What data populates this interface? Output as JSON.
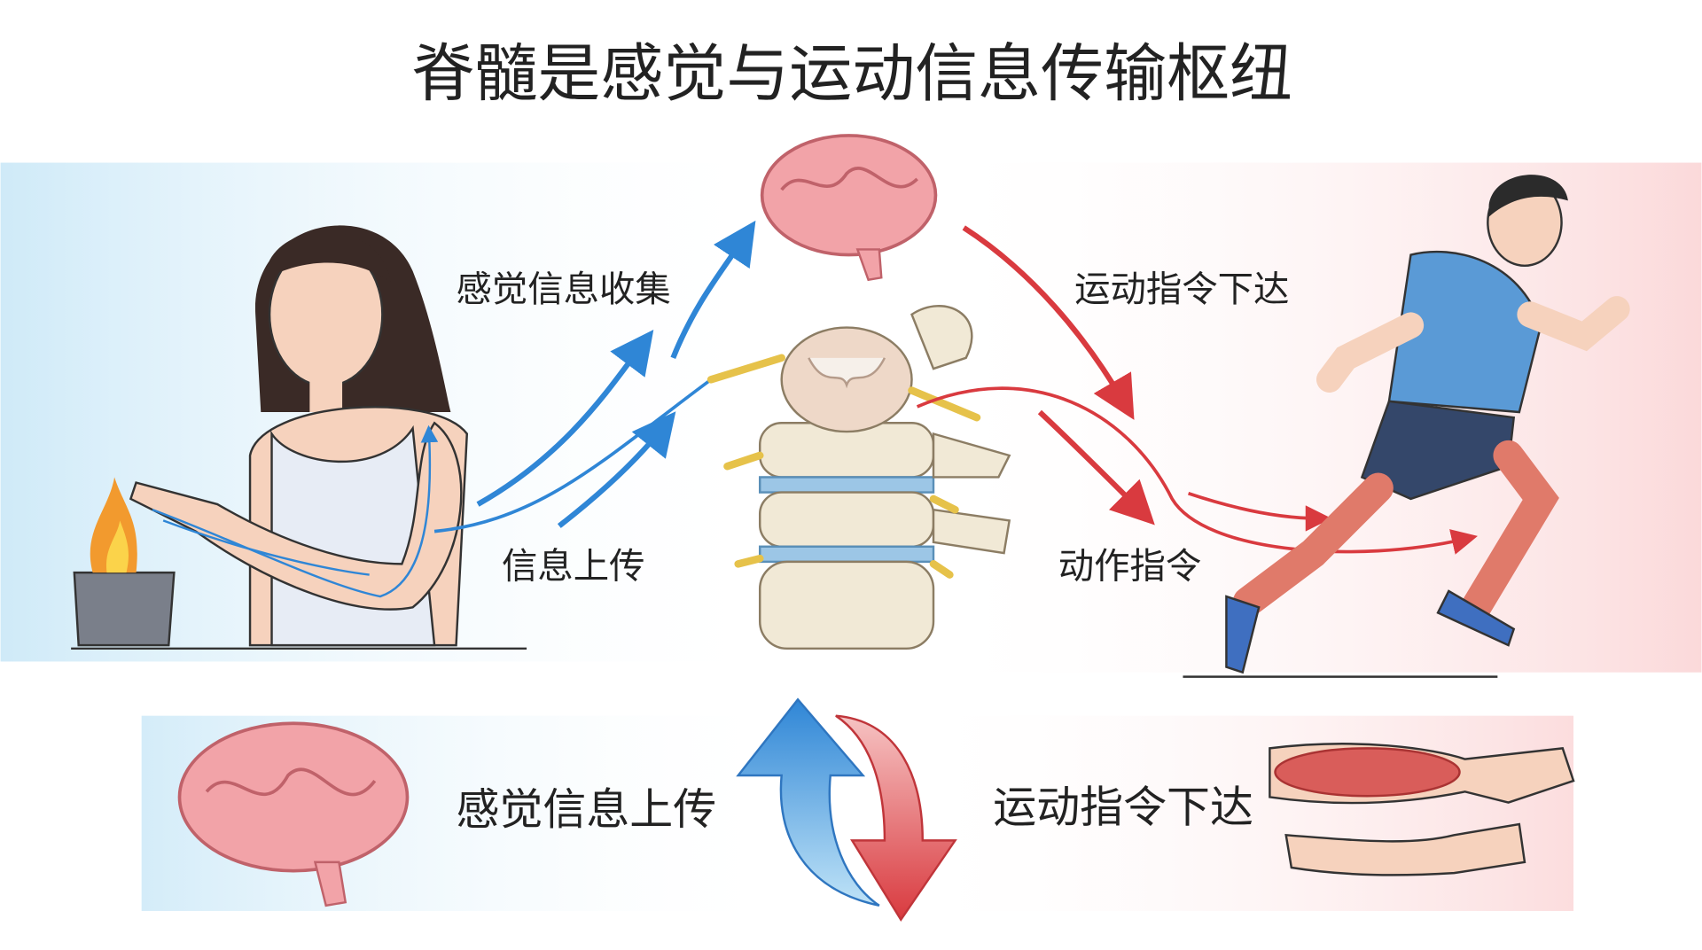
{
  "title": "脊髓是感觉与运动信息传输枢纽",
  "labels": {
    "sensory_collect": "感觉信息收集",
    "info_upload": "信息上传",
    "motor_command": "运动指令下达",
    "action_command": "动作指令"
  },
  "bottom": {
    "sensory_upload": "感觉信息上传",
    "motor_command": "运动指令下达"
  },
  "colors": {
    "sensory": "#3a8fd9",
    "motor": "#e0474c",
    "brain": "#f2a3a8",
    "bone": "#f1e9d6"
  }
}
